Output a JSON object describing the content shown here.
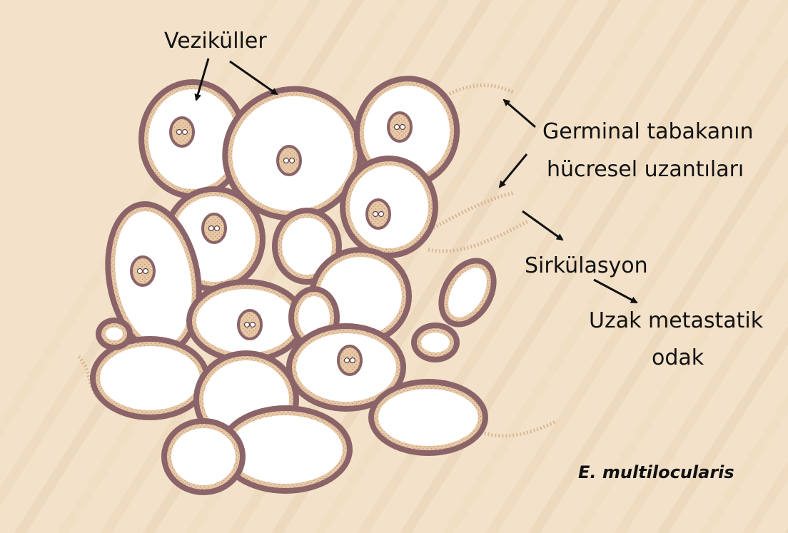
{
  "labels": {
    "vesicles": "Veziküller",
    "germinal_line1": "Germinal tabakanın",
    "germinal_line2": "hücresel uzantıları",
    "circulation": "Sirkülasyon",
    "metastasis_line1": "Uzak metastatik",
    "metastasis_line2": "odak",
    "species": "E. multilocularis"
  },
  "colors": {
    "background": "#f3e2c9",
    "streak": "#e7cfae",
    "wall_outer": "#8a6468",
    "germinal_layer": "#e8c9a6",
    "vesicle_lumen": "#ffffff",
    "arrow": "#111111"
  },
  "icons": [
    "arrow-icon",
    "protoscolex-icon"
  ]
}
